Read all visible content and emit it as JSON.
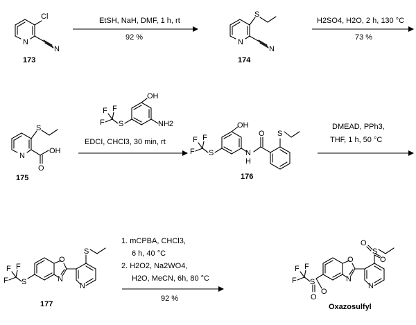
{
  "compounds": {
    "c173": {
      "id": "173"
    },
    "c174": {
      "id": "174"
    },
    "c175": {
      "id": "175"
    },
    "c176": {
      "id": "176"
    },
    "c177": {
      "id": "177"
    },
    "final": {
      "id": "Oxazosulfyl"
    }
  },
  "atoms": {
    "N": "N",
    "O": "O",
    "S": "S",
    "F": "F",
    "Cl": "Cl",
    "OH": "OH",
    "NH2": "NH2",
    "H": "H"
  },
  "steps": {
    "s1": {
      "reagents": "EtSH, NaH, DMF, 1 h, rt",
      "yield": "92 %"
    },
    "s2": {
      "reagents": "H2SO4, H2O, 2 h, 130 °C",
      "yield": "73 %"
    },
    "s3": {
      "reagents": "EDCI, CHCl3, 30 min, rt"
    },
    "s4": {
      "line1": "DMEAD, PPh3,",
      "line2": "THF, 1 h, 50 °C"
    },
    "s5": {
      "line1": "1. mCPBA, CHCl3,",
      "line2": "6 h, 40 °C",
      "line3": "2. H2O2, Na2WO4,",
      "line4": "H2O, MeCN, 6h, 80 °C",
      "yield": "92 %"
    }
  }
}
